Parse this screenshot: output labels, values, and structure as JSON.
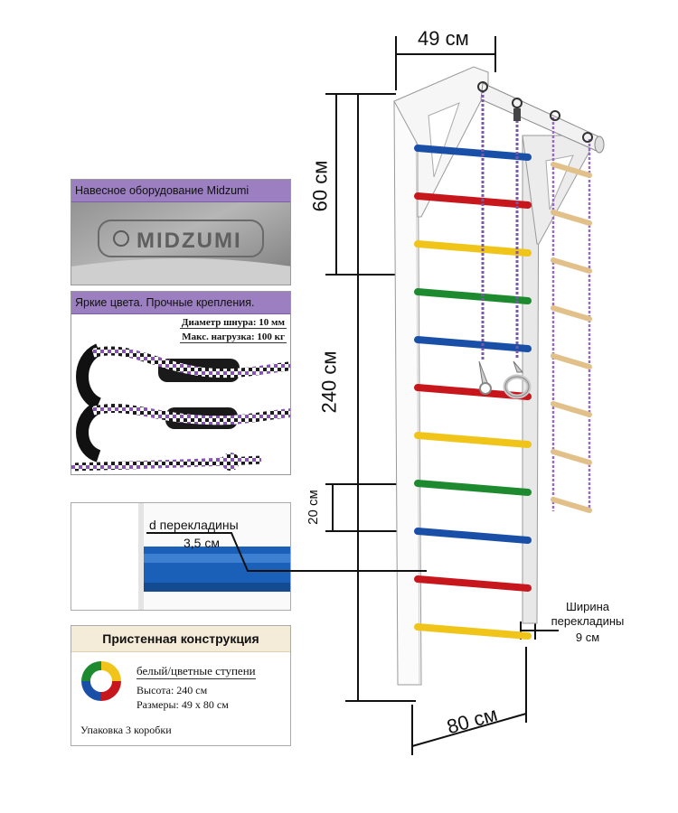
{
  "dimensions": {
    "top_width": "49 см",
    "top_height": "60 см",
    "total_height": "240 см",
    "rung_spacing": "20 см",
    "bottom_width": "80 см"
  },
  "rung_width_callout": {
    "line1": "Ширина",
    "line2": "перекладины",
    "line3": "9 см"
  },
  "panel_equipment": {
    "title": "Навесное оборудование Midzumi",
    "logo_text": "MIDZUMI"
  },
  "panel_colors": {
    "title": "Яркие цвета. Прочные крепления.",
    "cord_diameter": "Диаметр шнура: 10 мм",
    "max_load": "Макс. нагрузка: 100 кг"
  },
  "panel_diameter": {
    "label": "d перекладины",
    "value": "3,5 см"
  },
  "panel_construction": {
    "title": "Пристенная конструкция",
    "steps": "белый/цветные ступени",
    "height": "Высота:  240 см",
    "size": "Размеры: 49 х 80 см",
    "packaging": "Упаковка 3 коробки"
  },
  "colors": {
    "blue": "#1a4fa8",
    "red": "#c8161d",
    "yellow": "#f0c419",
    "green": "#1e8a2f",
    "purple_header": "#9b7fc0",
    "beige_header": "#f4ecd8",
    "wood": "#e2c089"
  },
  "rung_color_order": [
    "blue",
    "red",
    "yellow",
    "green",
    "blue",
    "red",
    "yellow",
    "green",
    "blue",
    "red",
    "yellow"
  ]
}
